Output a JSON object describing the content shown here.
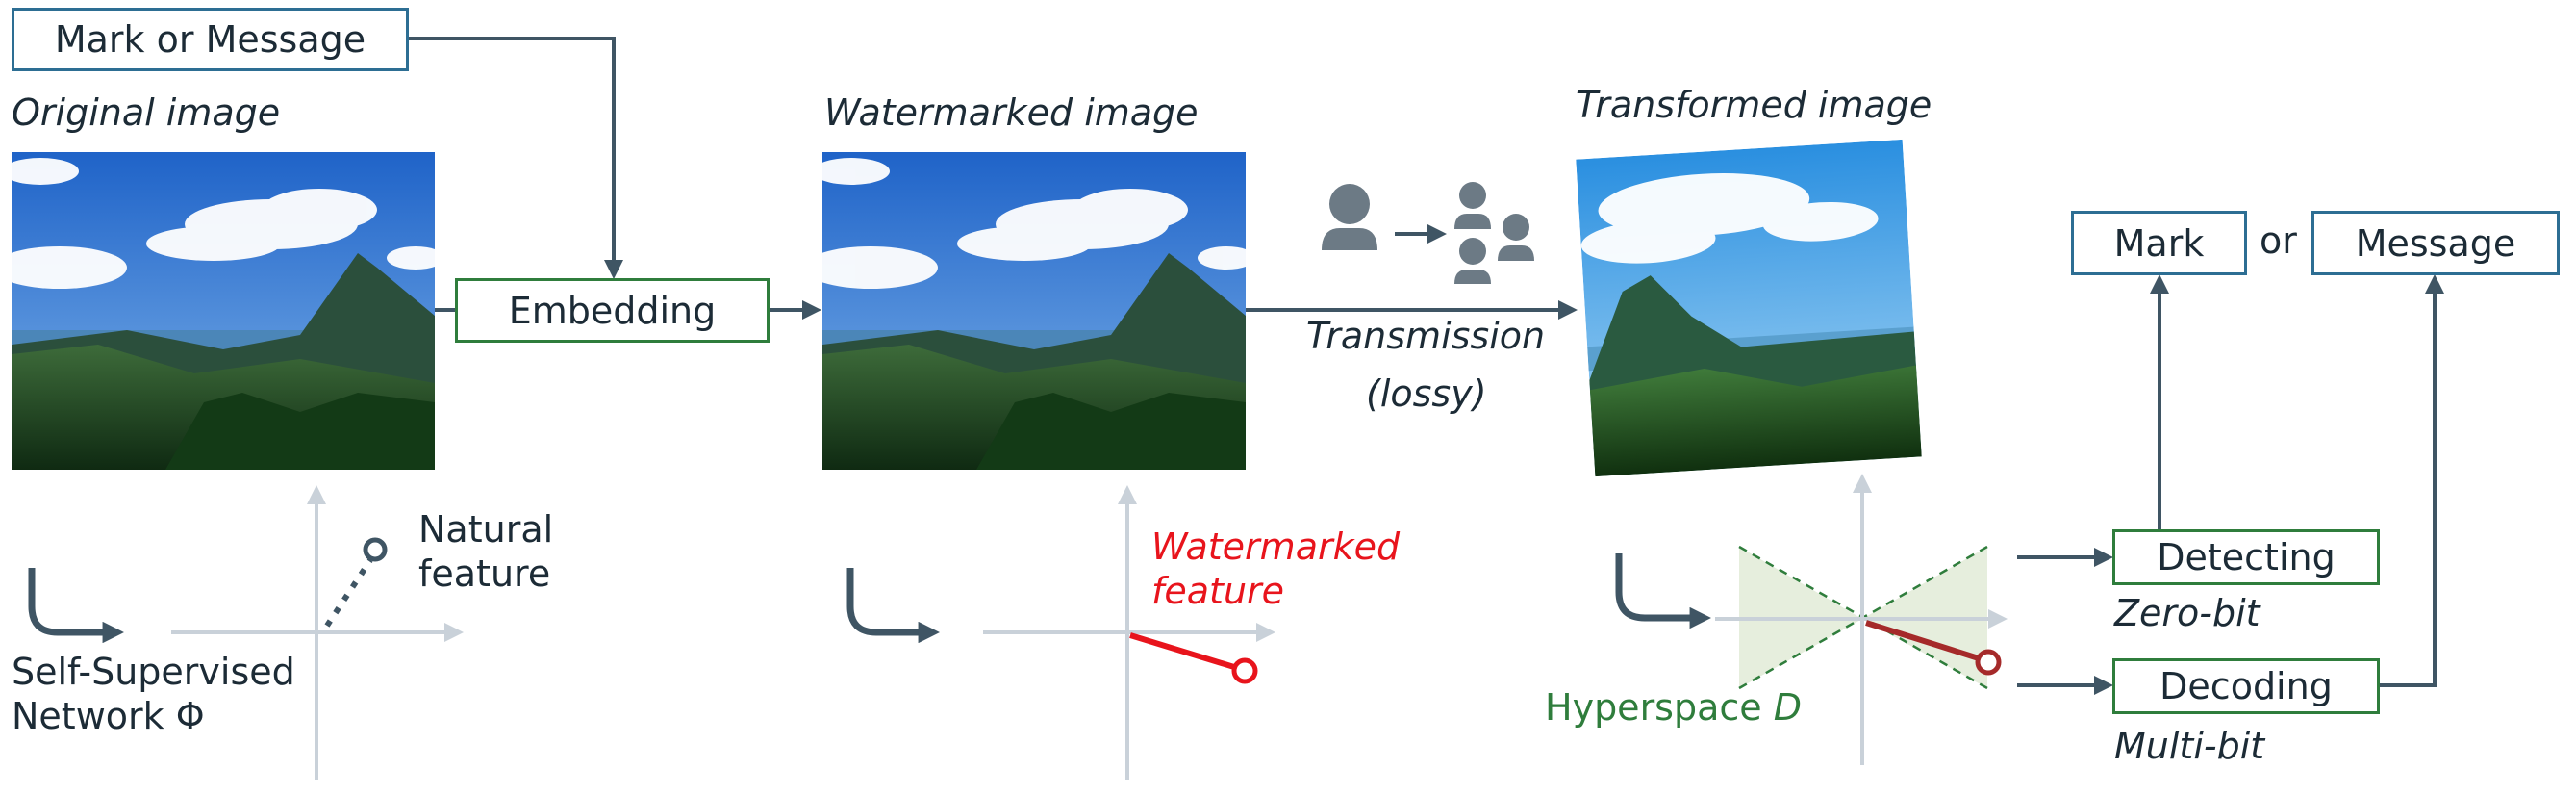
{
  "inputs": {
    "mark_or_message": "Mark or Message"
  },
  "stages": {
    "original_label": "Original image",
    "watermarked_label": "Watermarked image",
    "transformed_label": "Transformed image",
    "embedding": "Embedding",
    "transmission": "Transmission",
    "transmission_note": "(lossy)"
  },
  "features": {
    "natural_line1": "Natural",
    "natural_line2": "feature",
    "watermarked_line1": "Watermarked",
    "watermarked_line2": "feature",
    "network_line1": "Self-Supervised",
    "network_line2": "Network Φ",
    "hyperspace_prefix": "Hyperspace ",
    "hyperspace_var": "D"
  },
  "outputs": {
    "mark": "Mark",
    "or": "or",
    "message": "Message",
    "detecting": "Detecting",
    "zero_bit": "Zero-bit",
    "decoding": "Decoding",
    "multi_bit": "Multi-bit"
  },
  "colors": {
    "dark": "#3f5564",
    "axis": "#c9d1d9",
    "blue_border": "#2d6e93",
    "green_border": "#2f7d3c",
    "red": "#e8141c",
    "dark_red": "#a52a2a",
    "hyperspace_fill": "#e6eedd"
  },
  "icons": {
    "sender": "person-icon",
    "receivers": "group-icon"
  }
}
